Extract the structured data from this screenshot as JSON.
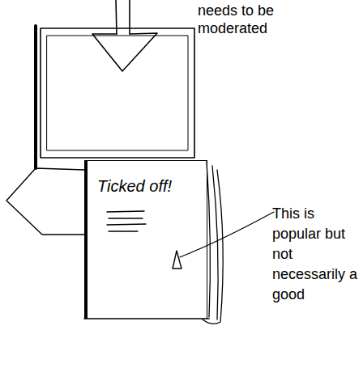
{
  "diagram": {
    "nodes": [
      {
        "text": [
          "Ticked off!"
        ]
      }
    ],
    "labels": [
      "needs to be moderated",
      "This is popular but not necessarily a good"
    ]
  }
}
